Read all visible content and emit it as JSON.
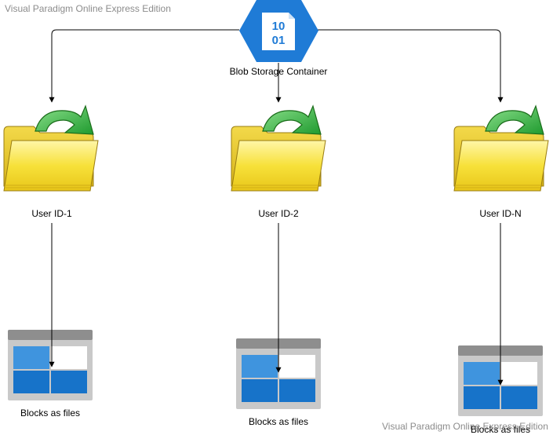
{
  "watermark": {
    "text": "Visual Paradigm Online Express Edition"
  },
  "container": {
    "label": "Blob Storage Container",
    "icon": "binary-hexagon-icon",
    "icon_text_top": "10",
    "icon_text_bottom": "01",
    "color": "#1f7bd6"
  },
  "users": [
    {
      "label": "User ID-1",
      "blocks_label": "Blocks as files"
    },
    {
      "label": "User ID-2",
      "blocks_label": "Blocks as files"
    },
    {
      "label": "User ID-N",
      "blocks_label": "Blocks as files"
    }
  ],
  "colors": {
    "folder_yellow": "#f7e13a",
    "folder_outline": "#9a7d12",
    "arrow_green": "#3cb23c",
    "block_blue": "#1773c9",
    "block_light_blue": "#3f94de",
    "block_gray": "#8e8e8e",
    "block_frame": "#c8c8c8"
  }
}
